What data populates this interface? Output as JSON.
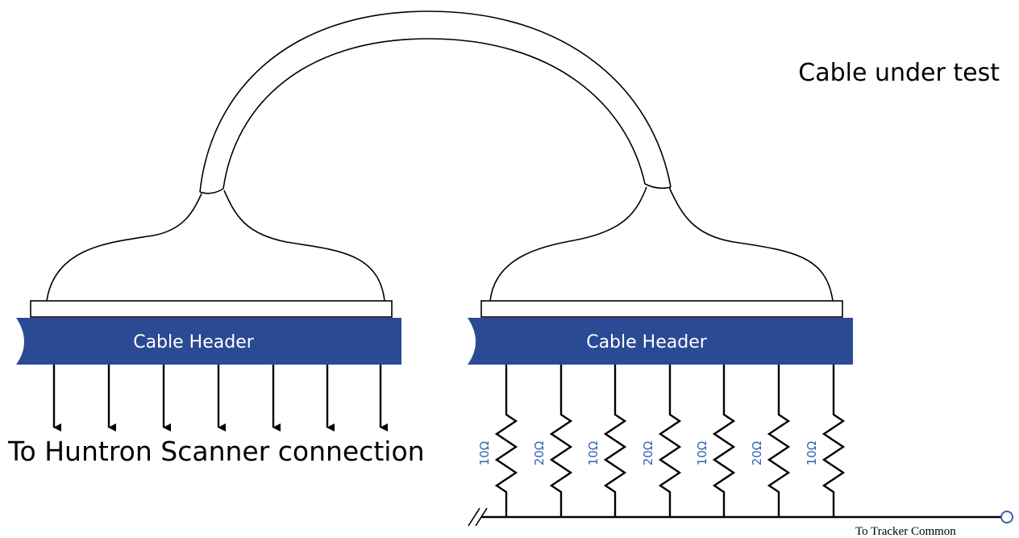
{
  "title": "Cable under test",
  "headers": [
    {
      "label": "Cable Header"
    },
    {
      "label": "Cable Header"
    }
  ],
  "left_output_label": "To Huntron Scanner connection",
  "resistors": [
    {
      "value": "10Ω"
    },
    {
      "value": "20Ω"
    },
    {
      "value": "10Ω"
    },
    {
      "value": "20Ω"
    },
    {
      "value": "10Ω"
    },
    {
      "value": "20Ω"
    },
    {
      "value": "10Ω"
    }
  ],
  "common_label": "To Tracker Common",
  "colors": {
    "header_fill": "#2b4a94",
    "header_text": "#ffffff",
    "resistor_label": "#2f62b0",
    "line": "#000000"
  }
}
